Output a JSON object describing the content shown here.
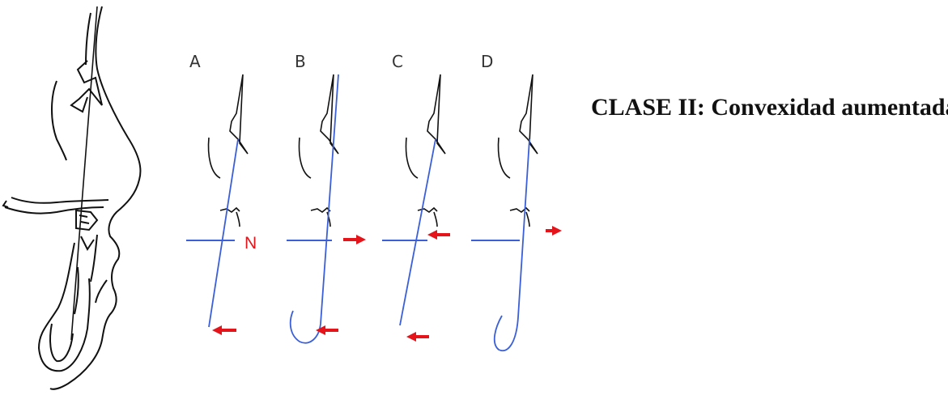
{
  "title": "CLASE II: Convexidad aumentada",
  "panels": [
    {
      "letter": "A"
    },
    {
      "letter": "B"
    },
    {
      "letter": "C"
    },
    {
      "letter": "D"
    }
  ],
  "point_label": "N",
  "colors": {
    "outline": "#111111",
    "reference_line": "#3a5fd9",
    "arrow": "#e5141b"
  },
  "icons": [
    "left-arrow-icon",
    "right-arrow-icon"
  ]
}
